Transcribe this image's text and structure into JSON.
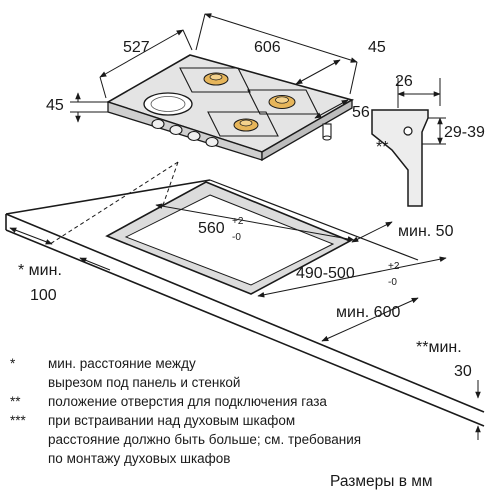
{
  "dimensions": {
    "hob_depth": "527",
    "hob_width": "606",
    "frame_offset": "45",
    "hob_height": "45",
    "connection_offset": "56",
    "bracket_width": "26",
    "bracket_range": "29-39",
    "bracket_marker": "**",
    "cutout_width": "560",
    "cutout_width_tol_plus": "+2",
    "cutout_width_tol_minus": "-0",
    "cutout_depth": "490-500",
    "cutout_depth_tol_plus": "+2",
    "cutout_depth_tol_minus": "-0",
    "min_right": "мин. 50",
    "min_left_label": "* мин.",
    "min_left_value": "100",
    "min_front": "мин. 600",
    "min_wall_label": "**мин.",
    "min_wall_value": "30"
  },
  "legend": [
    {
      "mark": "*",
      "lines": [
        "мин. расстояние между",
        "вырезом под панель и стенкой"
      ]
    },
    {
      "mark": "**",
      "lines": [
        "положение отверстия для подключения газа"
      ]
    },
    {
      "mark": "***",
      "lines": [
        "при встраивании над духовым шкафом",
        "расстояние должно быть больше; см. требования",
        "по монтажу духовых шкафов"
      ]
    }
  ],
  "caption": "Размеры в мм"
}
